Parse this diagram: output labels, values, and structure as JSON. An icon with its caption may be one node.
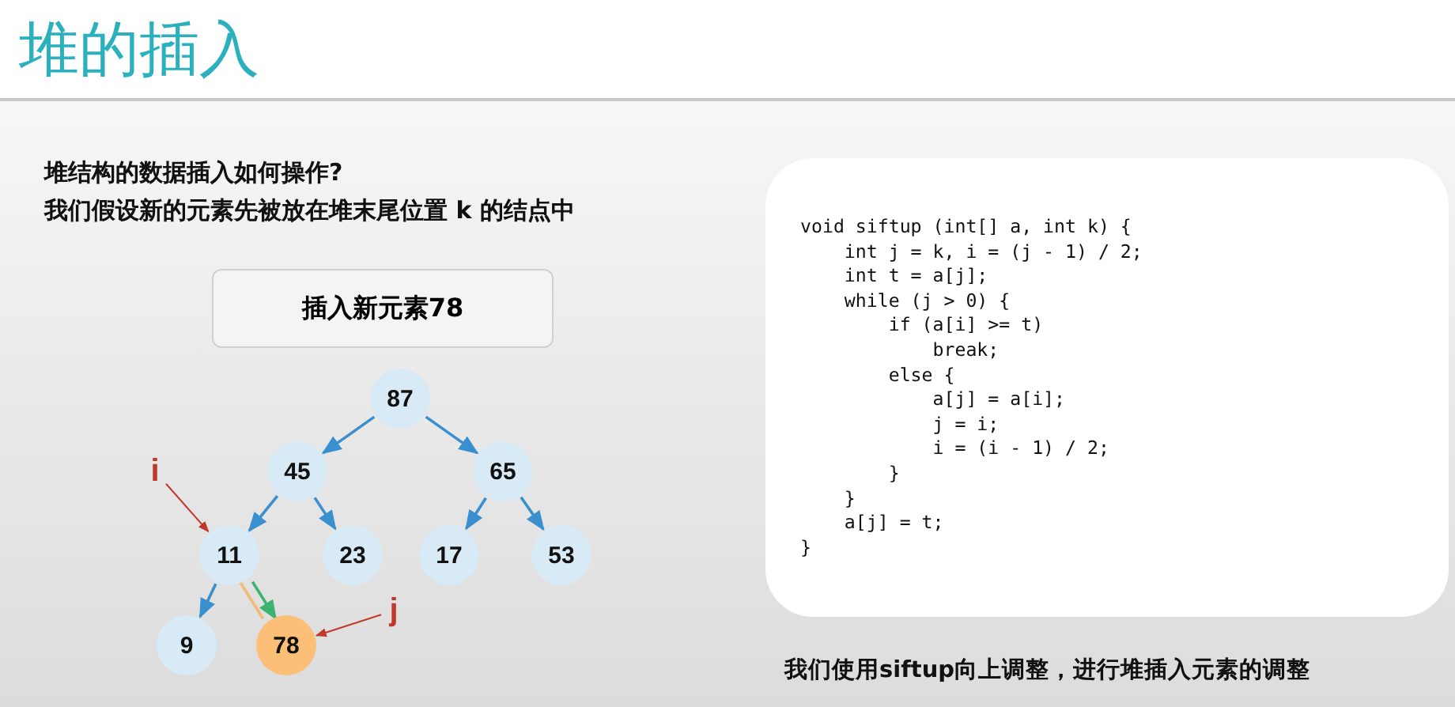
{
  "diagram": {
    "title": "堆的插入",
    "nodes": [
      {
        "text": [
          "插入新元素78"
        ]
      },
      {
        "text": [
          "87"
        ]
      },
      {
        "text": [
          "45"
        ]
      },
      {
        "text": [
          "65"
        ]
      },
      {
        "text": [
          "11"
        ]
      },
      {
        "text": [
          "23"
        ]
      },
      {
        "text": [
          "17"
        ]
      },
      {
        "text": [
          "53"
        ]
      },
      {
        "text": [
          "9"
        ]
      },
      {
        "text": [
          "78"
        ]
      },
      {
        "text": [
          "i"
        ]
      },
      {
        "text": [
          "j"
        ]
      },
      {
        "text": [
          "void siftup (int[] a, int k) {",
          "    int j = k, i = (j - 1) / 2;",
          "    int t = a[j];",
          "    while (j > 0) {",
          "        if (a[i] >= t)",
          "            break;",
          "        else {",
          "            a[j] = a[i];",
          "            j = i;",
          "            i = (i - 1) / 2;",
          "        }",
          "    }",
          "    a[j] = t;",
          "}"
        ]
      }
    ],
    "edges": [
      {
        "from": 1,
        "to": 2,
        "arrow": "to"
      },
      {
        "from": 1,
        "to": 3,
        "arrow": "to"
      },
      {
        "from": 2,
        "to": 4,
        "arrow": "to"
      },
      {
        "from": 2,
        "to": 5,
        "arrow": "to"
      },
      {
        "from": 3,
        "to": 6,
        "arrow": "to"
      },
      {
        "from": 3,
        "to": 7,
        "arrow": "to"
      },
      {
        "from": 4,
        "to": 8,
        "arrow": "to"
      },
      {
        "from": 4,
        "to": 9,
        "arrow": "to",
        "color": "#3cb371"
      },
      {
        "from": 9,
        "to": 4,
        "arrow": "none",
        "color": "#f5b971"
      },
      {
        "from": 10,
        "to": 4,
        "arrow": "to",
        "color": "#c0392b"
      },
      {
        "from": 11,
        "to": 9,
        "arrow": "to",
        "color": "#c0392b"
      }
    ],
    "labels": [
      "堆结构的数据插入如何操作?",
      "我们假设新的元素先被放在堆末尾位置 k 的结点中",
      "我们使用siftup向上调整，进行堆插入元素的调整"
    ]
  }
}
